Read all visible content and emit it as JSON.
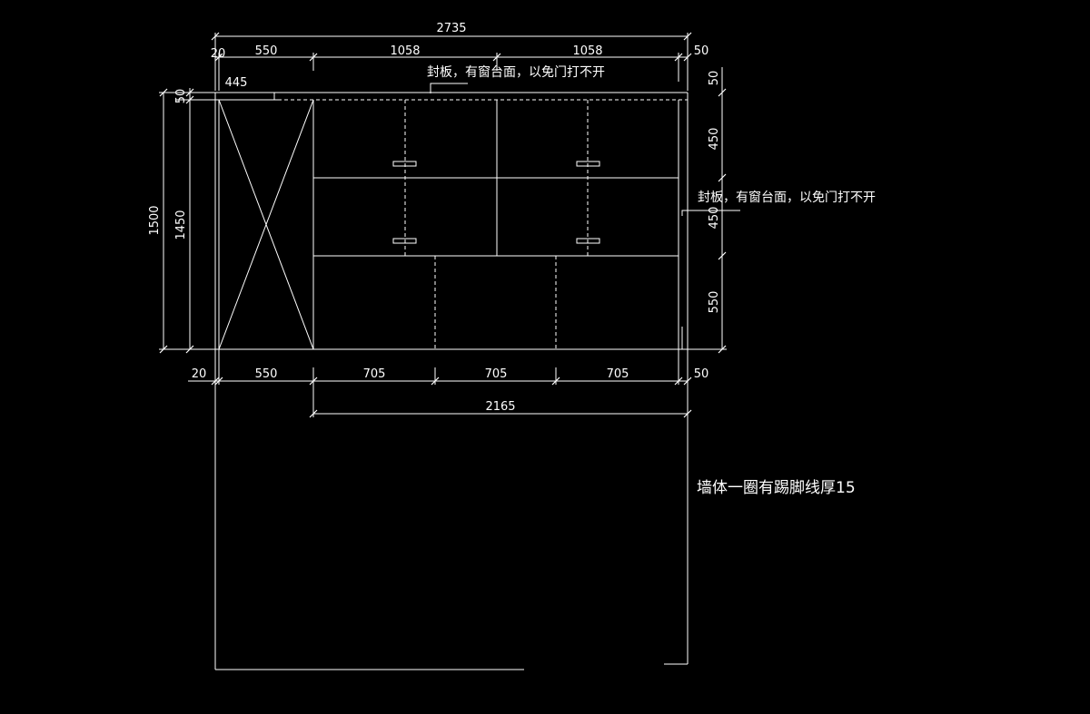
{
  "colors": {
    "background": "#000000",
    "line": "#ffffff"
  },
  "dims": {
    "top_total": "2735",
    "top_left_end": "20",
    "top_seg1": "550",
    "top_seg2": "1058",
    "top_seg3": "1058",
    "top_right_end": "50",
    "top_445": "445",
    "left_1500": "1500",
    "left_1450": "1450",
    "left_50": "50",
    "right_50": "50",
    "right_450_a": "450",
    "right_450_b": "450",
    "right_550": "550",
    "bottom_left_end": "20",
    "bottom_seg1": "550",
    "bottom_seg2": "705",
    "bottom_seg3": "705",
    "bottom_seg4": "705",
    "bottom_right_end": "50",
    "bottom_2165": "2165"
  },
  "notes": {
    "top_note": "封板，有窗台面，以免门打不开",
    "right_note": "封板，有窗台面，以免门打不开",
    "baseboard_note": "墙体一圈有踢脚线厚15"
  }
}
